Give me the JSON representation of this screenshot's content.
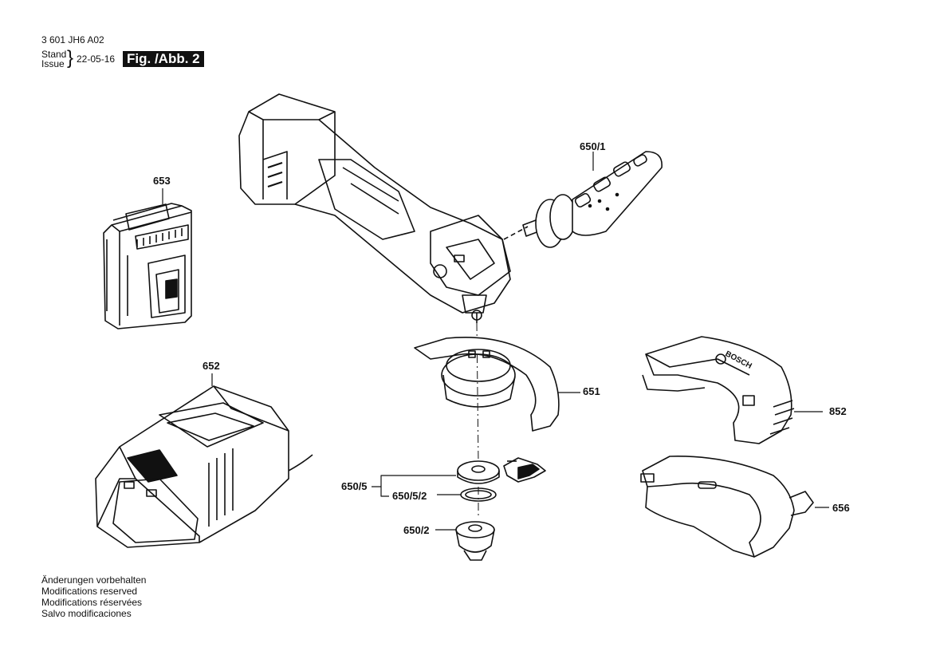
{
  "header": {
    "part_number": "3 601 JH6 A02",
    "stand_label": "Stand",
    "issue_label": "Issue",
    "date": "22-05-16",
    "figure": "Fig. /Abb. 2"
  },
  "callouts": {
    "c650_1": "650/1",
    "c653": "653",
    "c652": "652",
    "c651": "651",
    "c852": "852",
    "c656": "656",
    "c650_5": "650/5",
    "c650_5_2": "650/5/2",
    "c650_2": "650/2"
  },
  "notes": [
    "Änderungen vorbehalten",
    "Modifications reserved",
    "Modifications réservées",
    "Salvo modificaciones"
  ],
  "brand_marks": [
    "BOSCH"
  ]
}
